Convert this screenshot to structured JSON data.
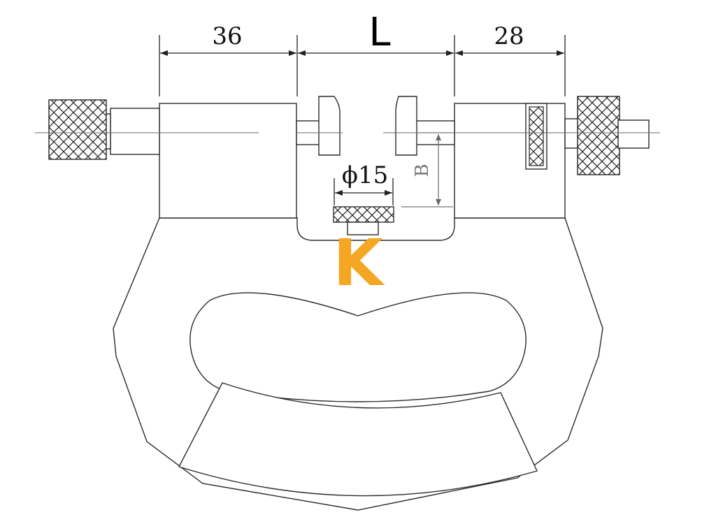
{
  "dimensions": {
    "left": "36",
    "center": "L",
    "right": "28",
    "anvil_diameter": "ϕ15",
    "height": "B"
  },
  "marker": {
    "label": "K",
    "color": "#f5a623"
  },
  "colors": {
    "line": "#2a2a2a",
    "background": "#ffffff"
  }
}
